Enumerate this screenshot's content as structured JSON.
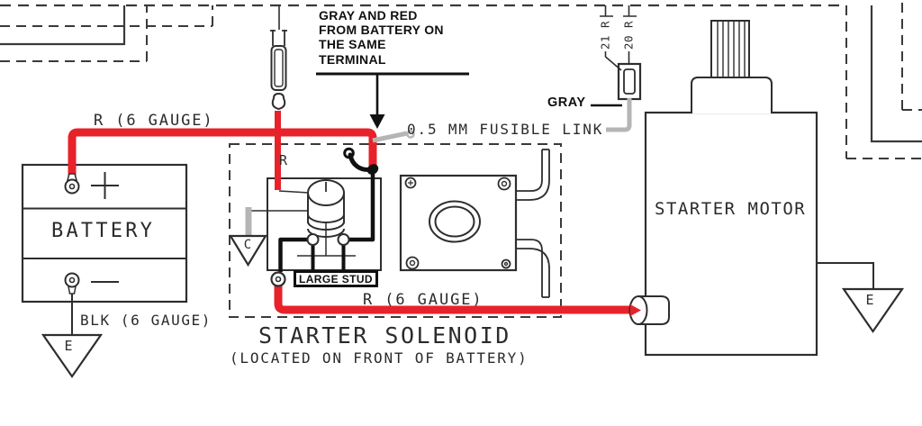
{
  "colors": {
    "wire_red": "#e8222a",
    "wire_gray": "#b5b5b5",
    "line": "#2e2e2e"
  },
  "battery": {
    "name": "BATTERY",
    "positive_symbol": "+",
    "negative_symbol": "−",
    "positive_cable_label": "R (6 GAUGE)",
    "negative_cable_label": "BLK (6 GAUGE)",
    "ground_label": "E"
  },
  "callout": {
    "lines": [
      "GRAY AND RED",
      "FROM BATTERY ON",
      "THE SAME",
      "TERMINAL"
    ]
  },
  "fusible": {
    "link_label": "0.5 MM FUSIBLE LINK",
    "gray_label": "GRAY",
    "wire_id_1": "21 R",
    "wire_id_2": "20 R"
  },
  "solenoid": {
    "title": "STARTER SOLENOID",
    "subtitle": "(LOCATED ON FRONT OF BATTERY)",
    "stud_label": "LARGE STUD",
    "small_wire_label": "R",
    "ground_label": "C",
    "output_cable_label": "R (6 GAUGE)"
  },
  "motor": {
    "name": "STARTER MOTOR",
    "ground_label": "E"
  }
}
